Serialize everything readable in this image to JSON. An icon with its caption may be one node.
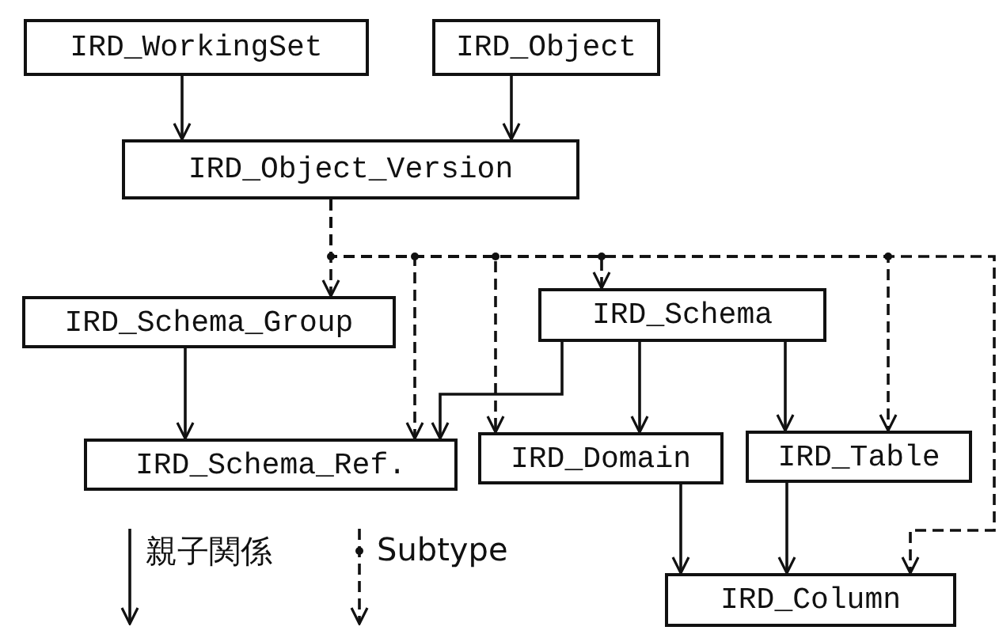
{
  "diagram": {
    "nodes": [
      {
        "text": [
          "IRD_WorkingSet"
        ]
      },
      {
        "text": [
          "IRD_Object"
        ]
      },
      {
        "text": [
          "IRD_Object_Version"
        ]
      },
      {
        "text": [
          "IRD_Schema_Group"
        ]
      },
      {
        "text": [
          "IRD_Schema"
        ]
      },
      {
        "text": [
          "IRD_Schema_Ref."
        ]
      },
      {
        "text": [
          "IRD_Domain"
        ]
      },
      {
        "text": [
          "IRD_Table"
        ]
      },
      {
        "text": [
          "IRD_Column"
        ]
      }
    ],
    "edges": [
      {
        "from": 0,
        "to": 2,
        "arrow": "to"
      },
      {
        "from": 1,
        "to": 2,
        "arrow": "to"
      },
      {
        "from": 3,
        "to": 5,
        "arrow": "to"
      },
      {
        "from": 4,
        "to": 5,
        "arrow": "to"
      },
      {
        "from": 4,
        "to": 6,
        "arrow": "to"
      },
      {
        "from": 4,
        "to": 7,
        "arrow": "to"
      },
      {
        "from": 6,
        "to": 8,
        "arrow": "to"
      },
      {
        "from": 7,
        "to": 8,
        "arrow": "to"
      },
      {
        "from": 2,
        "to": 3,
        "arrow": "to",
        "style": "dashed"
      },
      {
        "from": 2,
        "to": 5,
        "arrow": "to",
        "style": "dashed"
      },
      {
        "from": 2,
        "to": 6,
        "arrow": "to",
        "style": "dashed"
      },
      {
        "from": 2,
        "to": 4,
        "arrow": "to",
        "style": "dashed"
      },
      {
        "from": 2,
        "to": 7,
        "arrow": "to",
        "style": "dashed"
      },
      {
        "from": 2,
        "to": 8,
        "arrow": "to",
        "style": "dashed"
      }
    ],
    "legend": [
      {
        "text": "親子関係"
      },
      {
        "text": "Subtype"
      }
    ]
  }
}
